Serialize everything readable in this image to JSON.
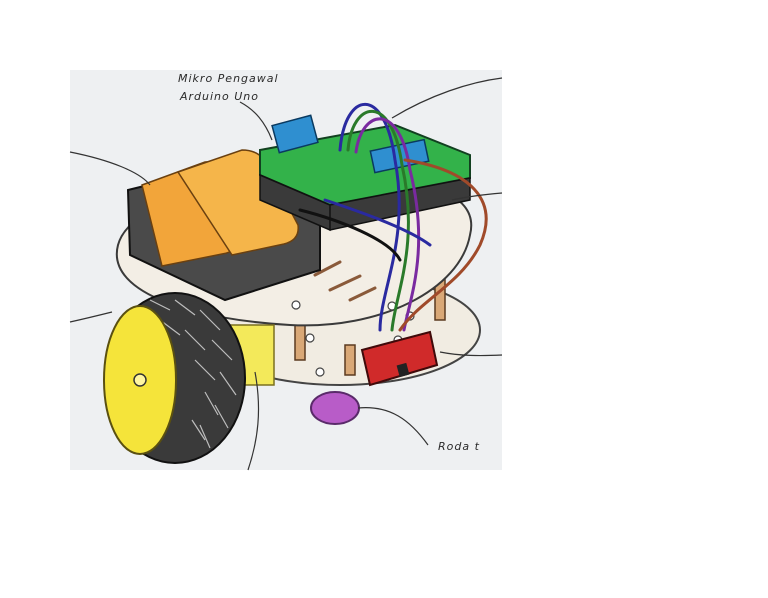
{
  "annotations": {
    "controller_line1": "Mikro Pengawal",
    "controller_line2": "Arduino Uno",
    "caster_wheel": "Roda t"
  },
  "colors": {
    "paper": "#eef0f2",
    "battery": "#f2a53a",
    "board": "#33b24a",
    "header": "#2f8fd0",
    "wheel_hub": "#f5e43a",
    "tire": "#3a3a3a",
    "motor": "#f3e95a",
    "switch": "#d02a2a",
    "caster": "#b85cc8",
    "chassis": "#f1ece2"
  }
}
